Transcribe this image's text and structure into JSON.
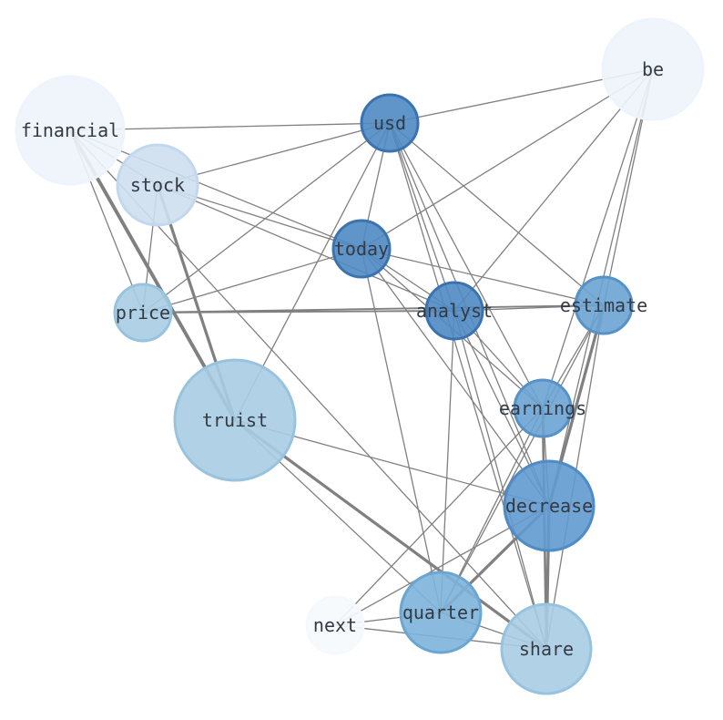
{
  "nodes": [
    {
      "id": "be",
      "label": "be",
      "fill": "#edf4fb",
      "stroke": "#edf4fb"
    },
    {
      "id": "financial",
      "label": "financial",
      "fill": "#edf4fb",
      "stroke": "#edf4fb"
    },
    {
      "id": "usd",
      "label": "usd",
      "fill": "#4f89c3",
      "stroke": "#3a73b0"
    },
    {
      "id": "stock",
      "label": "stock",
      "fill": "#cddff0",
      "stroke": "#c2d8ee"
    },
    {
      "id": "today",
      "label": "today",
      "fill": "#4f89c3",
      "stroke": "#3a73b0"
    },
    {
      "id": "estimate",
      "label": "estimate",
      "fill": "#6aa3d3",
      "stroke": "#5592c8"
    },
    {
      "id": "analyst",
      "label": "analyst",
      "fill": "#4f89c3",
      "stroke": "#3a73b0"
    },
    {
      "id": "price",
      "label": "price",
      "fill": "#a8cde3",
      "stroke": "#98c3de"
    },
    {
      "id": "earnings",
      "label": "earnings",
      "fill": "#6aa3d3",
      "stroke": "#5592c8"
    },
    {
      "id": "truist",
      "label": "truist",
      "fill": "#a8cde3",
      "stroke": "#98c3de"
    },
    {
      "id": "decrease",
      "label": "decrease",
      "fill": "#5f9acf",
      "stroke": "#4f8bc4"
    },
    {
      "id": "quarter",
      "label": "quarter",
      "fill": "#7db4db",
      "stroke": "#6ba6d2"
    },
    {
      "id": "next",
      "label": "next",
      "fill": "#f5f9fd",
      "stroke": "#f5f9fd"
    },
    {
      "id": "share",
      "label": "share",
      "fill": "#a8cde3",
      "stroke": "#98c3de"
    }
  ],
  "edges": [
    [
      "financial",
      "usd",
      1
    ],
    [
      "financial",
      "stock",
      1
    ],
    [
      "financial",
      "today",
      1
    ],
    [
      "financial",
      "price",
      1
    ],
    [
      "financial",
      "truist",
      3
    ],
    [
      "financial",
      "share",
      1
    ],
    [
      "be",
      "usd",
      1
    ],
    [
      "be",
      "today",
      1
    ],
    [
      "be",
      "analyst",
      1
    ],
    [
      "be",
      "earnings",
      1
    ],
    [
      "be",
      "decrease",
      1
    ],
    [
      "be",
      "estimate",
      1
    ],
    [
      "usd",
      "stock",
      1
    ],
    [
      "usd",
      "today",
      1
    ],
    [
      "usd",
      "price",
      1
    ],
    [
      "usd",
      "analyst",
      1
    ],
    [
      "usd",
      "estimate",
      1
    ],
    [
      "usd",
      "earnings",
      1
    ],
    [
      "usd",
      "decrease",
      1
    ],
    [
      "usd",
      "truist",
      1
    ],
    [
      "usd",
      "share",
      1
    ],
    [
      "stock",
      "today",
      1
    ],
    [
      "stock",
      "analyst",
      1
    ],
    [
      "stock",
      "price",
      1
    ],
    [
      "stock",
      "truist",
      2.5
    ],
    [
      "today",
      "price",
      1
    ],
    [
      "today",
      "estimate",
      1
    ],
    [
      "today",
      "analyst",
      1
    ],
    [
      "today",
      "earnings",
      1
    ],
    [
      "today",
      "decrease",
      1
    ],
    [
      "today",
      "quarter",
      1
    ],
    [
      "price",
      "analyst",
      1.5
    ],
    [
      "price",
      "estimate",
      1.5
    ],
    [
      "analyst",
      "estimate",
      1
    ],
    [
      "analyst",
      "earnings",
      1
    ],
    [
      "analyst",
      "decrease",
      1
    ],
    [
      "analyst",
      "quarter",
      1
    ],
    [
      "analyst",
      "share",
      1
    ],
    [
      "estimate",
      "earnings",
      1
    ],
    [
      "estimate",
      "decrease",
      2.5
    ],
    [
      "estimate",
      "quarter",
      1
    ],
    [
      "estimate",
      "share",
      1
    ],
    [
      "earnings",
      "decrease",
      1
    ],
    [
      "earnings",
      "quarter",
      1
    ],
    [
      "earnings",
      "share",
      2
    ],
    [
      "earnings",
      "next",
      1
    ],
    [
      "truist",
      "decrease",
      1
    ],
    [
      "truist",
      "quarter",
      1
    ],
    [
      "truist",
      "share",
      2.5
    ],
    [
      "decrease",
      "quarter",
      2.5
    ],
    [
      "decrease",
      "share",
      2.5
    ],
    [
      "decrease",
      "next",
      1
    ],
    [
      "quarter",
      "next",
      1
    ],
    [
      "quarter",
      "share",
      1
    ],
    [
      "next",
      "share",
      1
    ]
  ]
}
